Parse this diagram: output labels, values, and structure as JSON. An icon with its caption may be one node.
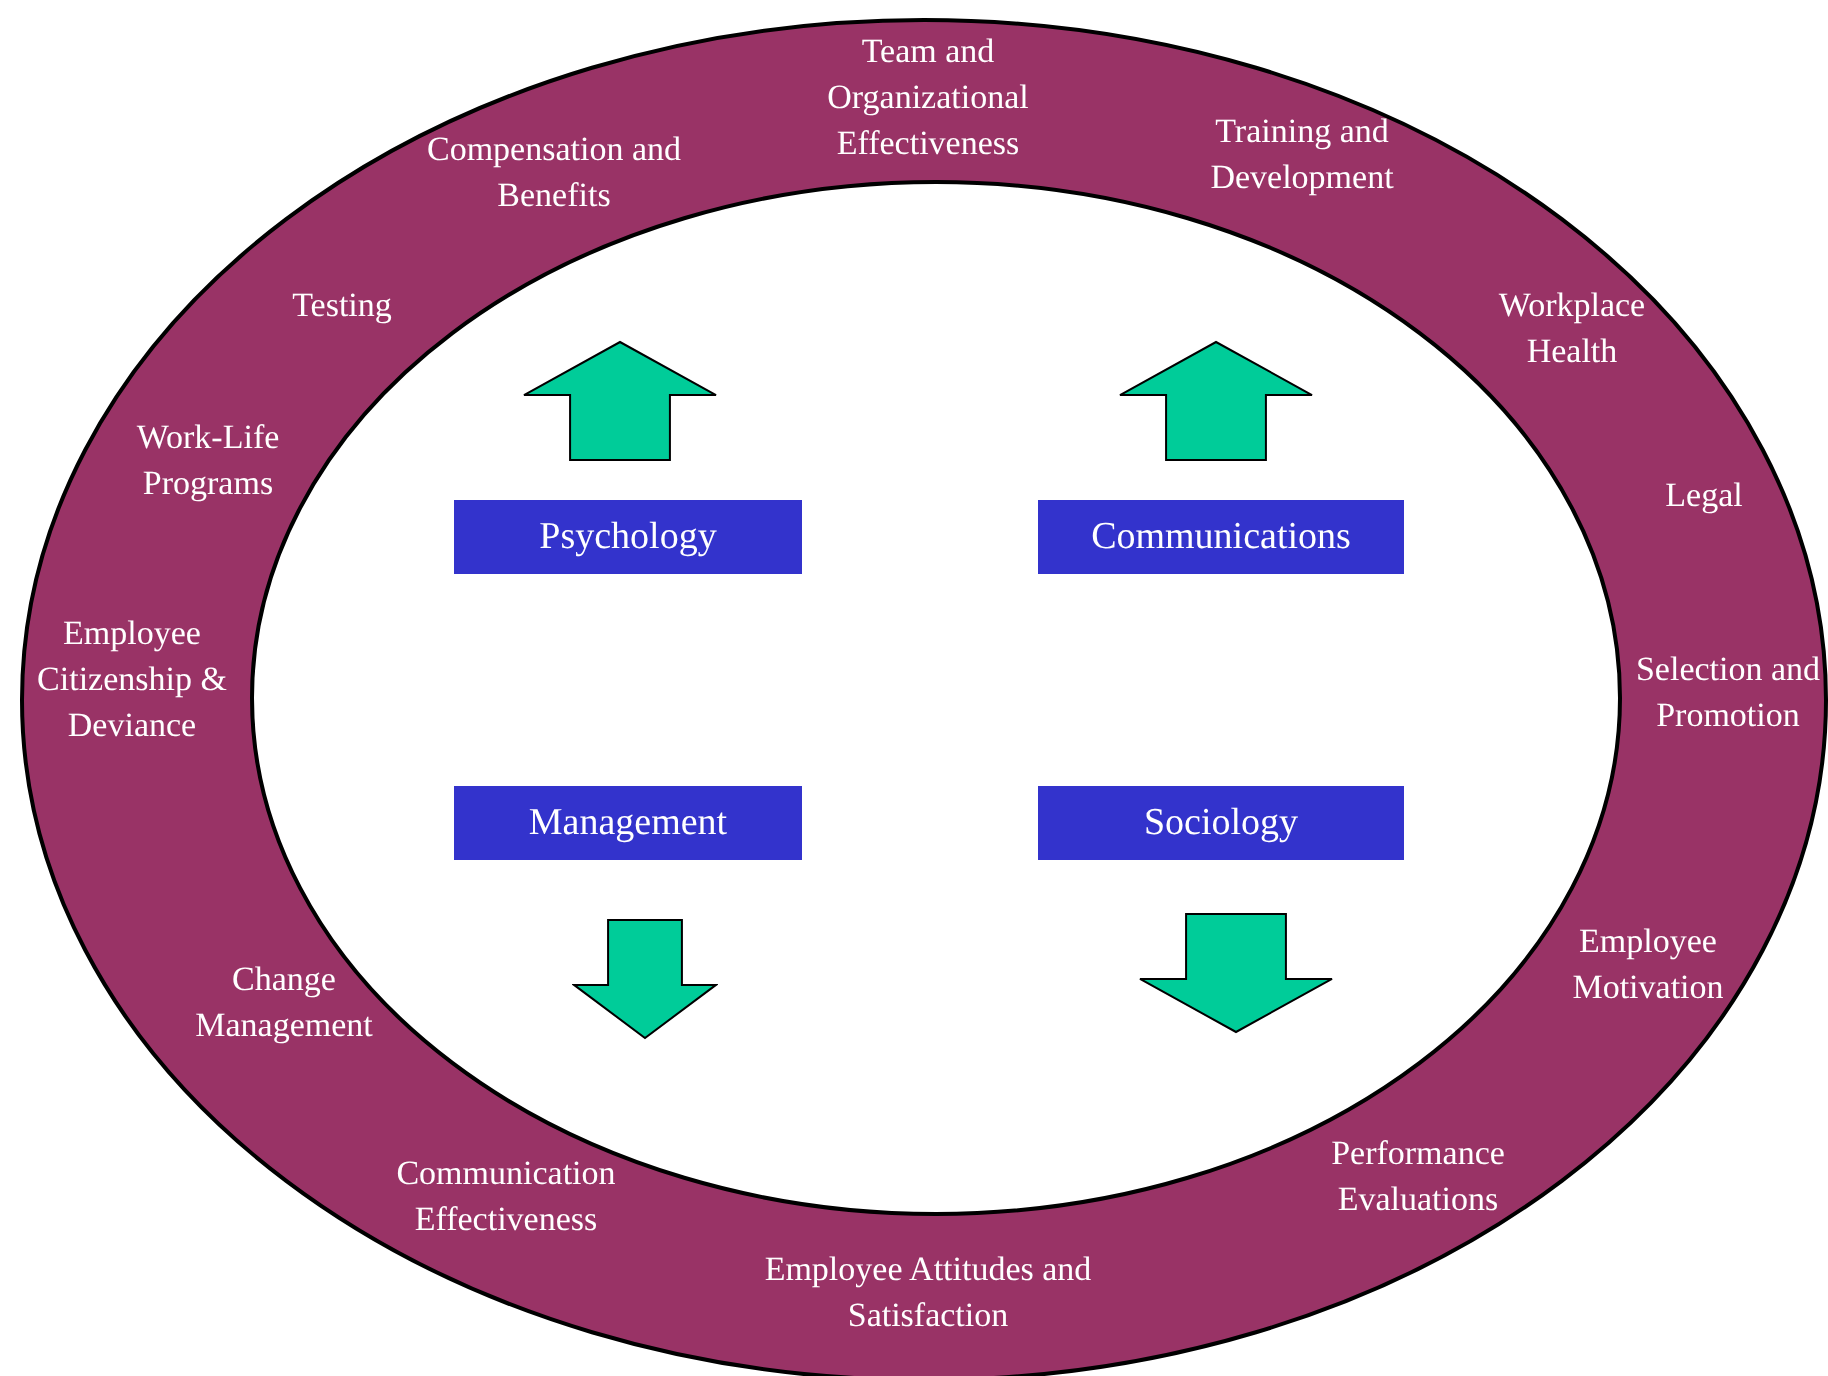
{
  "diagram": {
    "nodes": [
      {
        "text": [
          "Team and Organizational Effectiveness",
          "Compensation and Benefits",
          "Training and Development",
          "Testing",
          "Workplace Health",
          "Work-Life Programs",
          "Legal",
          "Employee Citizenship & Deviance",
          "Selection and Promotion",
          "Employee Motivation",
          "Change Management",
          "Performance Evaluations",
          "Communication Effectiveness",
          "Employee Attitudes and Satisfaction"
        ]
      },
      {
        "text": [
          "Psychology"
        ],
        "in": 0
      },
      {
        "text": [
          "Communications"
        ],
        "in": 0
      },
      {
        "text": [
          "Management"
        ],
        "in": 0
      },
      {
        "text": [
          "Sociology"
        ],
        "in": 0
      }
    ],
    "edges": []
  }
}
